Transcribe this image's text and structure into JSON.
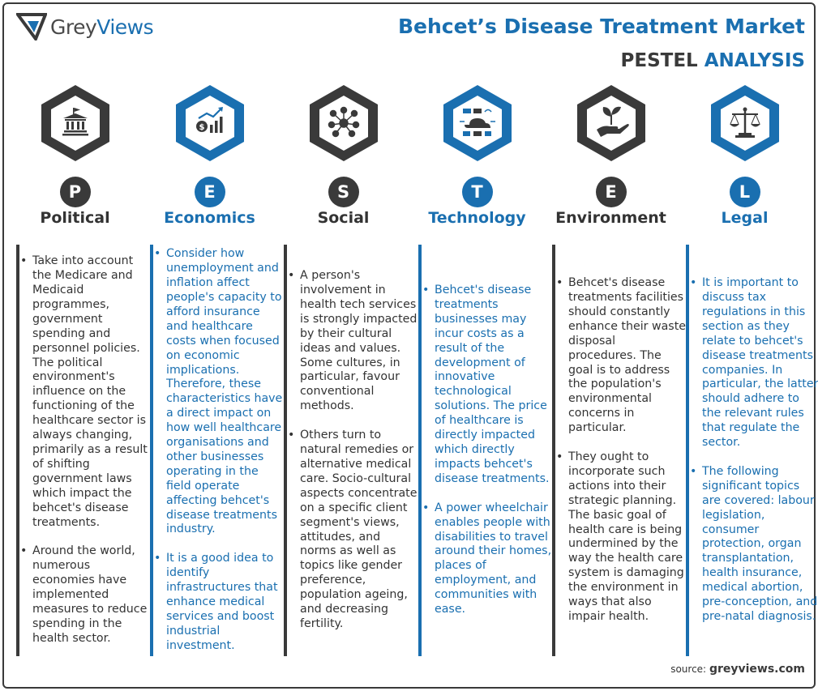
{
  "brand": {
    "grey": "Grey",
    "views": "Views"
  },
  "header": {
    "title": "Behcet’s Disease Treatment Market",
    "subtitle_dark": "PESTEL",
    "subtitle_blue": "ANALYSIS"
  },
  "colors": {
    "dark": "#3a3a3a",
    "blue": "#1a6fb0"
  },
  "columns": [
    {
      "letter": "P",
      "title": "Political",
      "theme": "dark",
      "icon": "government-building-icon",
      "bullets": [
        "Take into account the Medicare and Medicaid programmes, government spending and personnel policies. The political environment's influence on the functioning of the healthcare sector is always changing, primarily as a result of shifting government laws which impact the behcet's disease treatments.",
        "Around the world, numerous economies have implemented measures to reduce spending in the health sector."
      ]
    },
    {
      "letter": "E",
      "title": "Economics",
      "theme": "blue",
      "icon": "money-growth-chart-icon",
      "bullets": [
        "Consider how unemployment and inflation affect people's capacity to afford insurance and healthcare costs when focused on economic implications. Therefore, these characteristics have a direct impact on how well healthcare organisations and other businesses operating in the field operate affecting behcet's disease treatments industry.",
        "It is a good idea to identify infrastructures that enhance medical services and boost industrial investment."
      ]
    },
    {
      "letter": "S",
      "title": "Social",
      "theme": "dark",
      "icon": "social-network-icon",
      "bullets": [
        "A person's involvement in health tech services is strongly impacted by their cultural ideas and values. Some cultures, in particular, favour conventional methods.",
        "Others turn to natural remedies or alternative medical care. Socio-cultural aspects concentrate on a specific client segment's views, attitudes, and norms as well as topics like gender preference, population ageing, and decreasing fertility."
      ]
    },
    {
      "letter": "T",
      "title": "Technology",
      "theme": "blue",
      "icon": "cloud-technology-icon",
      "bullets": [
        "Behcet's disease treatments businesses may incur costs as a result of the development of innovative technological solutions. The price of healthcare is directly impacted which directly impacts behcet's disease treatments.",
        "A power wheelchair enables people with disabilities to travel around their homes, places of employment, and communities with ease."
      ]
    },
    {
      "letter": "E",
      "title": "Environment",
      "theme": "dark",
      "icon": "plant-in-hand-icon",
      "bullets": [
        "Behcet's disease treatments facilities should constantly enhance their waste disposal procedures. The goal is to address the population's environmental concerns in particular.",
        "They ought to incorporate such actions into their strategic planning. The basic goal of health care is being undermined by the way the health care system is damaging the environment in ways that also impair health."
      ]
    },
    {
      "letter": "L",
      "title": "Legal",
      "theme": "blue",
      "icon": "scales-of-justice-icon",
      "bullets": [
        "It is important to discuss tax regulations in this section as they relate to behcet's disease treatments companies. In particular, the latter should adhere to the relevant rules that regulate the sector.",
        "The following significant topics are covered: labour legislation, consumer protection, organ transplantation, health insurance, medical abortion, pre-conception, and pre-natal diagnosis."
      ]
    }
  ],
  "footer": {
    "source_label": "source:",
    "source_site": "greyviews.com"
  }
}
